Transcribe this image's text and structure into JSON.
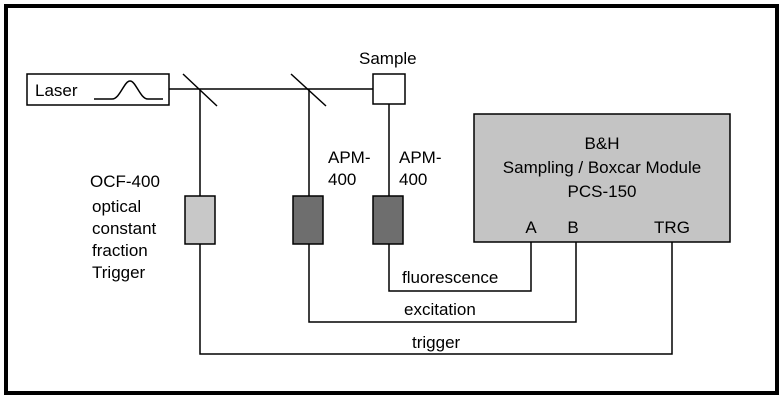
{
  "components": {
    "laser": "Laser",
    "sample": "Sample",
    "ocf_title": "OCF-400",
    "ocf_desc": [
      "optical",
      "constant",
      "fraction",
      "Trigger"
    ],
    "apm1": [
      "APM-",
      "400"
    ],
    "apm2": [
      "APM-",
      "400"
    ],
    "module": [
      "B&H",
      "Sampling / Boxcar Module",
      "PCS-150"
    ]
  },
  "ports": {
    "a": "A",
    "b": "B",
    "trg": "TRG"
  },
  "signals": {
    "fluorescence": "fluorescence",
    "excitation": "excitation",
    "trigger": "trigger"
  },
  "colors": {
    "ocf_box": "#c8c8c8",
    "apm_box": "#6e6e6e",
    "module_box": "#c4c4c4"
  }
}
